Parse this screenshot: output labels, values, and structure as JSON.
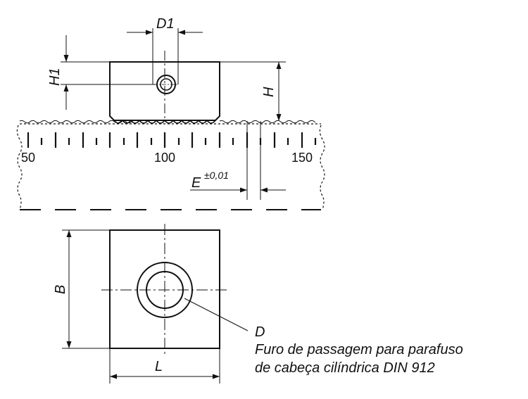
{
  "labels": {
    "d1": "D1",
    "h1": "H1",
    "h": "H",
    "e": "E",
    "e_tolerance": "±0,01",
    "b": "B",
    "l": "L",
    "d": "D"
  },
  "scale": {
    "tick_50": "50",
    "tick_100": "100",
    "tick_150": "150"
  },
  "note": {
    "line1": "Furo de passagem para parafuso",
    "line2": "de cabeça cilíndrica DIN 912"
  }
}
